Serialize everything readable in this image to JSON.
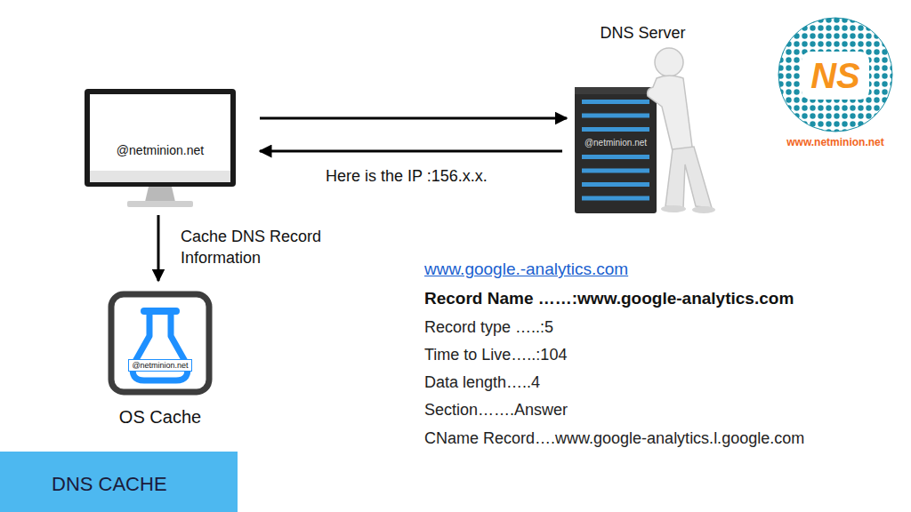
{
  "diagram": {
    "nodes": [
      {
        "text": [
          "@netminion.net"
        ]
      },
      {
        "text": [
          "DNS Server",
          "@netminion.net"
        ]
      },
      {
        "text": [
          "NS",
          "www.netminion.net"
        ]
      },
      {
        "text": [
          "@netminion.net",
          "OS Cache"
        ]
      },
      {
        "text": [
          "DNS CACHE"
        ]
      }
    ],
    "edges": [
      {
        "from": 0,
        "to": 1,
        "arrow": "to"
      },
      {
        "from": 1,
        "to": 0,
        "label": "Here is the IP :156.x.x.",
        "arrow": "to"
      },
      {
        "from": 0,
        "to": 3,
        "label": "Cache DNS Record Information",
        "arrow": "to"
      }
    ],
    "labels": [
      "www.google.-analytics.com",
      "Record Name ……:www.google-analytics.com",
      "Record type …..:5",
      "Time to Live…..:104",
      "Data length…..4",
      "Section…….Answer",
      "CName Record….www.google-analytics.l.google.com"
    ]
  }
}
